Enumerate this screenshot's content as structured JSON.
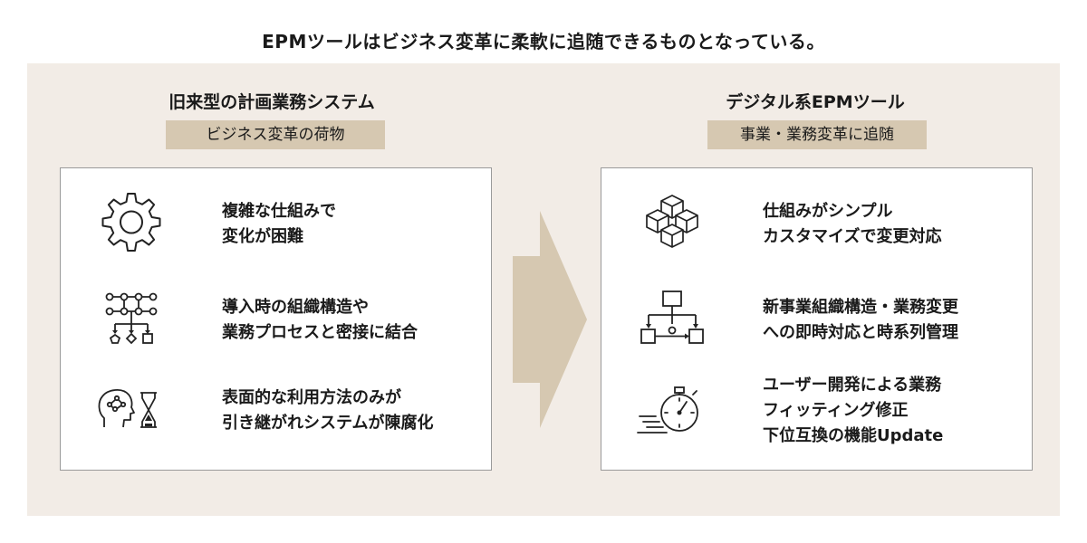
{
  "title": "EPMツールはビジネス変革に柔軟に追随できるものとなっている。",
  "left": {
    "title": "旧来型の計画業務システム",
    "tag": "ビジネス変革の荷物",
    "items": [
      {
        "icon": "gear-icon",
        "line1": "複雑な仕組みで",
        "line2": "変化が困難"
      },
      {
        "icon": "network-flow-icon",
        "line1": "導入時の組織構造や",
        "line2": "業務プロセスと密接に結合"
      },
      {
        "icon": "head-hourglass-icon",
        "line1": "表面的な利用方法のみが",
        "line2": "引き継がれシステムが陳腐化"
      }
    ]
  },
  "right": {
    "title": "デジタル系EPMツール",
    "tag": "事業・業務変革に追随",
    "items": [
      {
        "icon": "cubes-icon",
        "line1": "仕組みがシンプル",
        "line2": "カスタマイズで変更対応"
      },
      {
        "icon": "org-chart-icon",
        "line1": "新事業組織構造・業務変更",
        "line2": "への即時対応と時系列管理"
      },
      {
        "icon": "stopwatch-icon",
        "line1": "ユーザー開発による業務",
        "line2": "フィッティング修正",
        "line3": "下位互換の機能Update"
      }
    ]
  },
  "colors": {
    "panel_bg": "#f2ece6",
    "tag_bg": "#d6c8b1",
    "arrow": "#d6c8b1",
    "text": "#1a1a1a"
  }
}
